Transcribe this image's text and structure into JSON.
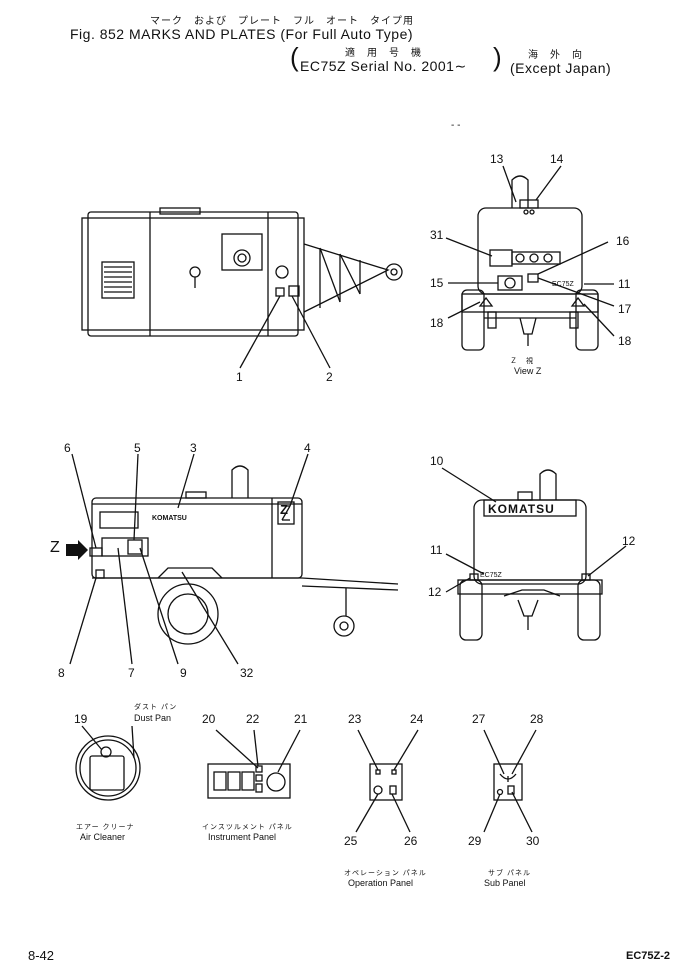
{
  "header": {
    "title_jp": "マーク　および　プレート　フル　オート　タイプ用",
    "fig_title": "Fig. 852   MARKS AND PLATES (For Full Auto Type)",
    "applicable_jp": "適　用　号　機",
    "serial": "EC75Z Serial No. 2001∼",
    "region_jp": "海　外　向",
    "region": "(Except Japan)"
  },
  "views": {
    "view_z_jp": "Ｚ　視",
    "view_z": "View Z",
    "z_marker": "Z"
  },
  "panels": {
    "dust_pan_jp": "ダスト パン",
    "dust_pan": "Dust Pan",
    "air_cleaner_jp": "エアー クリーナ",
    "air_cleaner": "Air Cleaner",
    "instrument_jp": "インスツルメント パネル",
    "instrument": "Instrument Panel",
    "operation_jp": "オペレーション パネル",
    "operation": "Operation Panel",
    "sub_jp": "サブ パネル",
    "sub": "Sub Panel"
  },
  "plate_text": {
    "brand": "KOMATSU",
    "model_small": "EC75Z",
    "side_brand": "KOMATSU"
  },
  "callouts": {
    "n1": "1",
    "n2": "2",
    "n3": "3",
    "n4": "4",
    "n5": "5",
    "n6": "6",
    "n7": "7",
    "n8": "8",
    "n9": "9",
    "n10": "10",
    "n11": "11",
    "n12": "12",
    "n13": "13",
    "n14": "14",
    "n15": "15",
    "n16": "16",
    "n17": "17",
    "n18": "18",
    "n19": "19",
    "n20": "20",
    "n21": "21",
    "n22": "22",
    "n23": "23",
    "n24": "24",
    "n25": "25",
    "n26": "26",
    "n27": "27",
    "n28": "28",
    "n29": "29",
    "n30": "30",
    "n31": "31",
    "n32": "32"
  },
  "footer": {
    "page": "8-42",
    "code": "EC75Z-2"
  }
}
